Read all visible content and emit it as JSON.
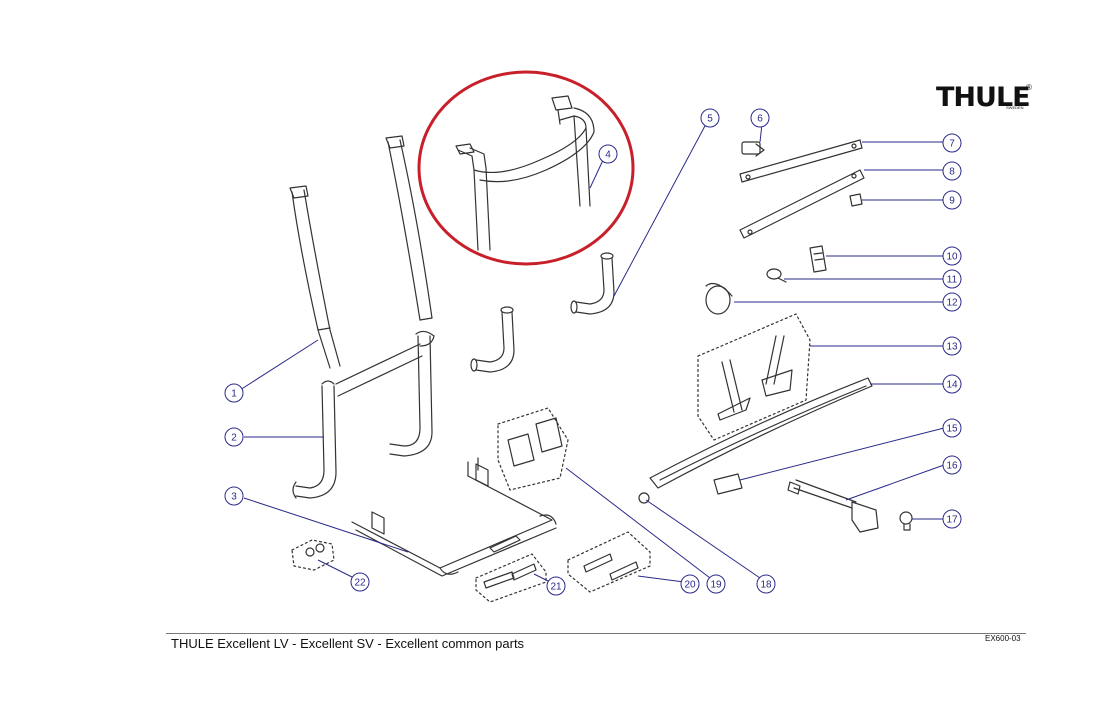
{
  "brand": {
    "logo": "THULE",
    "registered": "®",
    "sub": "SWEDEN"
  },
  "caption": "THULE Excellent LV - Excellent SV - Excellent common parts",
  "drawing_code": "EX600-03",
  "callouts": [
    "1",
    "2",
    "3",
    "4",
    "5",
    "6",
    "7",
    "8",
    "9",
    "10",
    "11",
    "12",
    "13",
    "14",
    "15",
    "16",
    "17",
    "18",
    "19",
    "20",
    "21",
    "22"
  ],
  "highlight": {
    "color": "#c8202a",
    "item": "4"
  },
  "colors": {
    "leader": "#2a2a8a",
    "line": "#333333"
  }
}
